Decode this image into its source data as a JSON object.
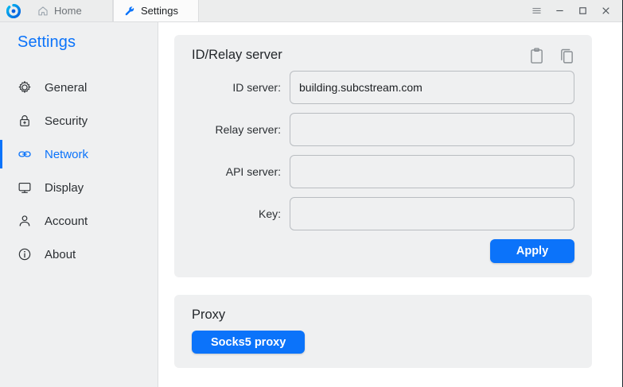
{
  "window": {
    "logo_icon": "app-logo-circular",
    "controls": [
      {
        "name": "menu-button",
        "icon": "hamburger-icon"
      },
      {
        "name": "minimize-button",
        "icon": "minimize-icon"
      },
      {
        "name": "maximize-button",
        "icon": "maximize-icon"
      },
      {
        "name": "close-button",
        "icon": "close-icon"
      }
    ]
  },
  "tabs": [
    {
      "label": "Home",
      "icon": "home-icon",
      "active": false
    },
    {
      "label": "Settings",
      "icon": "wrench-icon",
      "active": true
    }
  ],
  "sidebar": {
    "title": "Settings",
    "items": [
      {
        "label": "General",
        "icon": "gear-icon",
        "active": false
      },
      {
        "label": "Security",
        "icon": "lock-icon",
        "active": false
      },
      {
        "label": "Network",
        "icon": "link-icon",
        "active": true
      },
      {
        "label": "Display",
        "icon": "monitor-icon",
        "active": false
      },
      {
        "label": "Account",
        "icon": "person-icon",
        "active": false
      },
      {
        "label": "About",
        "icon": "info-icon",
        "active": false
      }
    ]
  },
  "main": {
    "id_relay_card": {
      "title": "ID/Relay server",
      "actions": [
        {
          "name": "paste-button",
          "icon": "clipboard-icon"
        },
        {
          "name": "copy-button",
          "icon": "copy-icon"
        }
      ],
      "fields": [
        {
          "label": "ID server:",
          "value": "building.subcstream.com",
          "placeholder": ""
        },
        {
          "label": "Relay server:",
          "value": "",
          "placeholder": ""
        },
        {
          "label": "API server:",
          "value": "",
          "placeholder": ""
        },
        {
          "label": "Key:",
          "value": "",
          "placeholder": ""
        }
      ],
      "apply_label": "Apply"
    },
    "proxy_card": {
      "title": "Proxy",
      "socks5_label": "Socks5 proxy"
    }
  },
  "colors": {
    "accent": "#0b73fa",
    "card_bg": "#eff0f1",
    "sidebar_bg": "#eff0f1",
    "content_bg": "#ffffff",
    "text": "#2b2f33",
    "icon_gray": "#8a8f94"
  }
}
